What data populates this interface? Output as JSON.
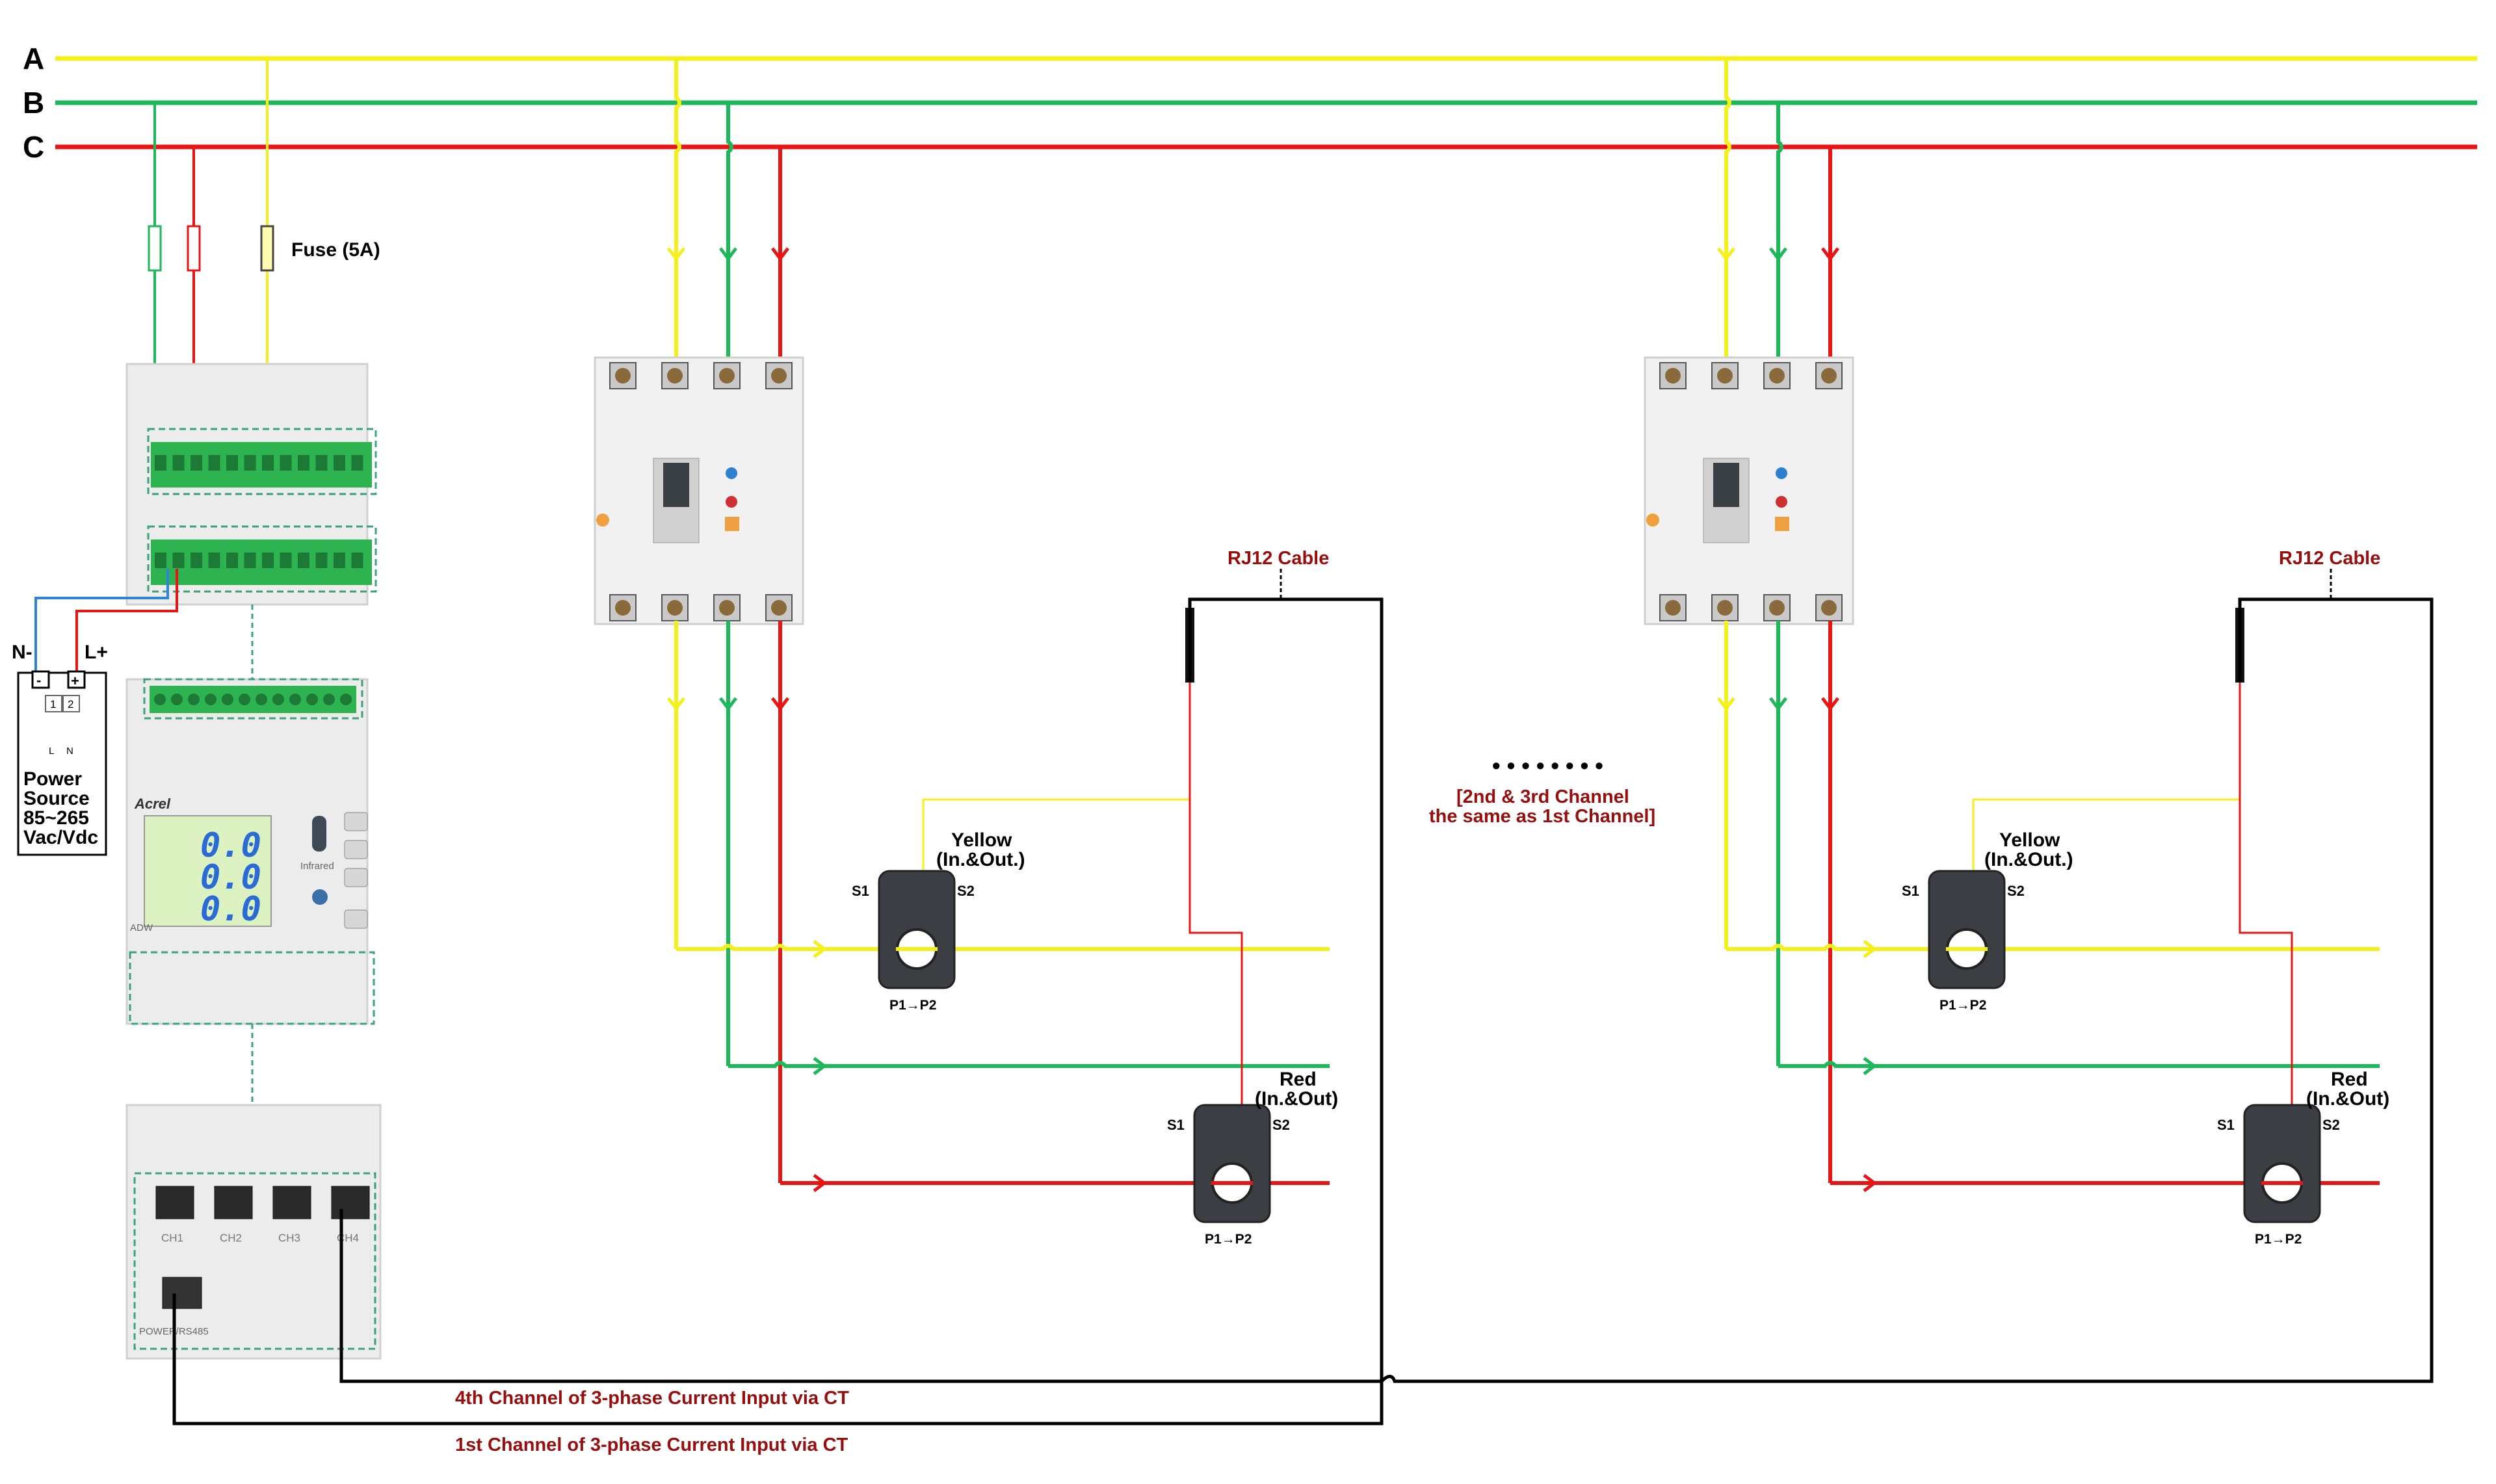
{
  "phases": {
    "a": "A",
    "b": "B",
    "c": "C"
  },
  "fuse_label": "Fuse (5A)",
  "power": {
    "neg": "N-",
    "pos": "L+",
    "minus_sym": "-",
    "plus_sym": "+",
    "t1": "1",
    "t2": "2",
    "tl": "L",
    "tn": "N",
    "line1": "Power",
    "line2": "Source",
    "line3": "85~265",
    "line4": "Vac/Vdc"
  },
  "meter": {
    "brand": "Acrel",
    "model": "ADW",
    "readings": [
      "0.0",
      "0.0",
      "0.0"
    ],
    "infrared": "Infrared"
  },
  "hub": {
    "ports": [
      "CH1",
      "CH2",
      "CH3",
      "CH4"
    ],
    "power_label": "POWER/RS485"
  },
  "rj12_label": "RJ12 Cable",
  "ct": {
    "yellow_line1": "Yellow",
    "yellow_line2": "(In.&Out.)",
    "red_line1": "Red",
    "red_line2": "(In.&Out)",
    "s1": "S1",
    "s2": "S2",
    "p": "P1→P2"
  },
  "middle": {
    "dots": "• • • • • • • •",
    "line1": "[2nd & 3rd Channel",
    "line2": "the same as 1st Channel]"
  },
  "bottom": {
    "ch4": "4th Channel of 3-phase Current Input via CT",
    "ch1": "1st Channel of 3-phase Current Input via CT"
  },
  "colors": {
    "phase_a": "#f4f01a",
    "phase_b": "#1cb85a",
    "phase_c": "#e81515",
    "label_red": "#9a0d0d",
    "dash": "#3aa374"
  }
}
